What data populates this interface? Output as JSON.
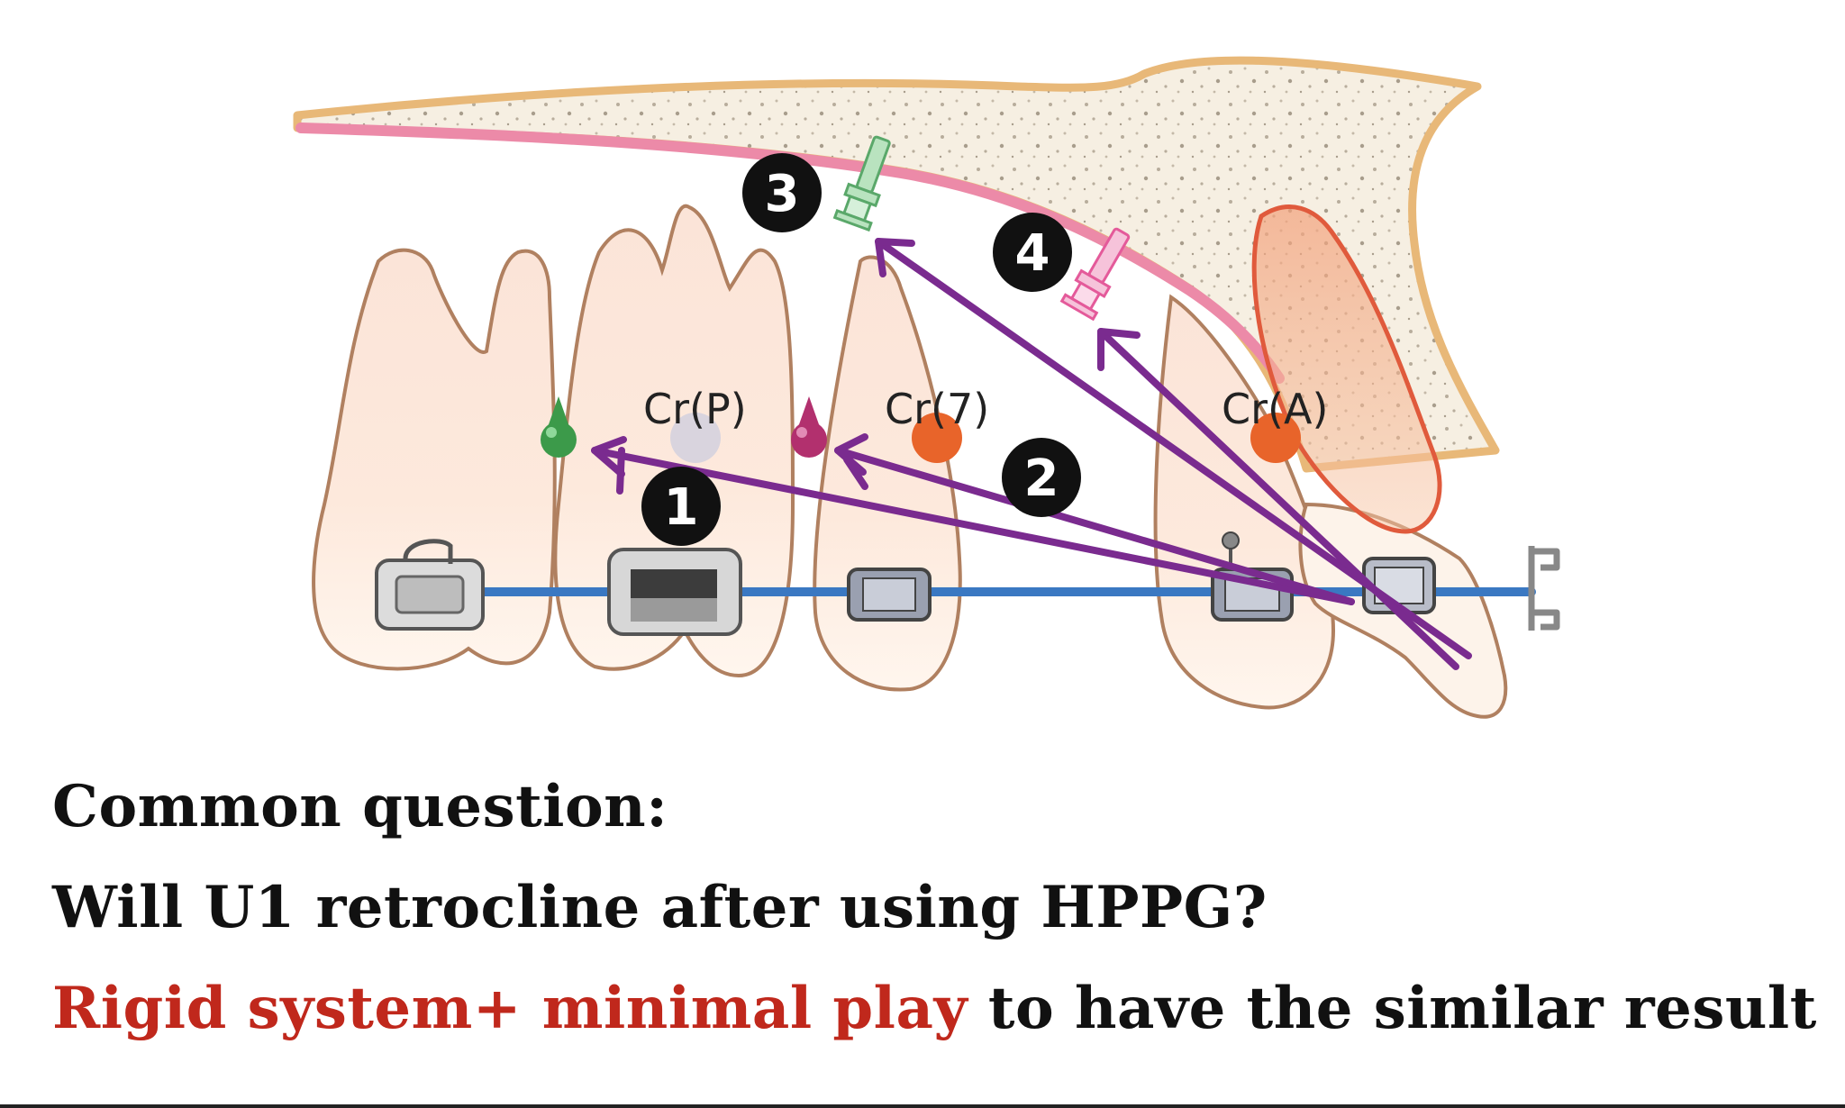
{
  "labels": {
    "cr_p": "Cr(P)",
    "cr_7": "Cr(7)",
    "cr_a": "Cr(A)"
  },
  "badges": [
    "1",
    "2",
    "3",
    "4"
  ],
  "caption": {
    "line1": "Common question:",
    "line2": "Will U1 retrocline after using HPPG?",
    "line3_red": "Rigid system+ minimal play",
    "line3_rest": " to have the similar result"
  },
  "colors": {
    "arrow": "#7a2b8f",
    "archwire": "#3a78c2",
    "caption_red": "#c0281c",
    "mini_screw_3": "#5aa86a",
    "mini_screw_4": "#e45a9a",
    "cr_p_dot": "#d9d4de",
    "cr_7_dot": "#e8642a",
    "cr_a_dot": "#e8642a",
    "stop_green": "#3c9a4a",
    "stop_magenta": "#b2306e"
  },
  "icons": [
    "mini-screw-icon",
    "bracket-icon",
    "molar-tube-icon",
    "hook-icon"
  ]
}
